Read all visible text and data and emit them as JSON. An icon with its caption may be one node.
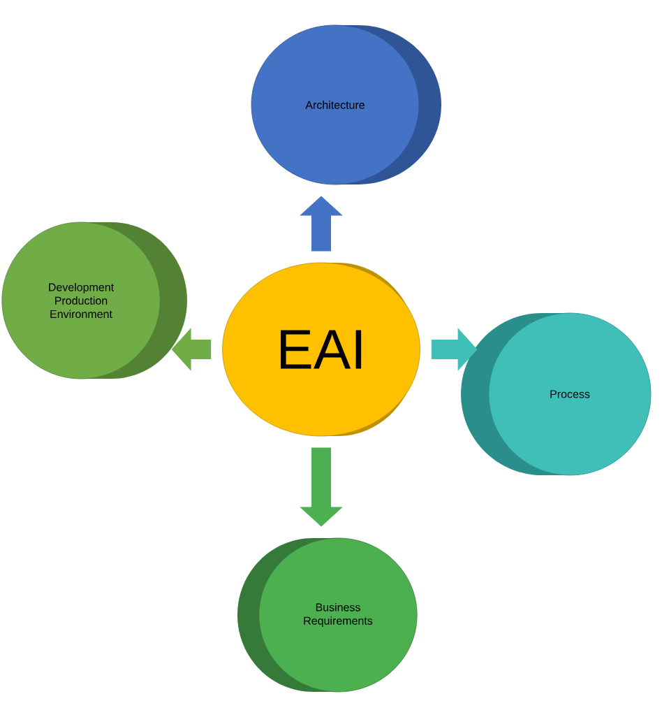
{
  "diagram": {
    "nodes": [
      {
        "text": [
          "Architecture"
        ]
      },
      {
        "text": [
          "Development Production Environment"
        ]
      },
      {
        "text": [
          "EAI"
        ]
      },
      {
        "text": [
          "Process"
        ]
      },
      {
        "text": [
          "Business Requirements"
        ]
      }
    ],
    "edges": [
      {
        "from": 2,
        "to": 0,
        "arrow": "to",
        "color": "#4472c4"
      },
      {
        "from": 2,
        "to": 1,
        "arrow": "to",
        "color": "#70ad47"
      },
      {
        "from": 2,
        "to": 3,
        "arrow": "to",
        "color": "#3fbfb8"
      },
      {
        "from": 2,
        "to": 4,
        "arrow": "to",
        "color": "#4caf50"
      }
    ]
  }
}
